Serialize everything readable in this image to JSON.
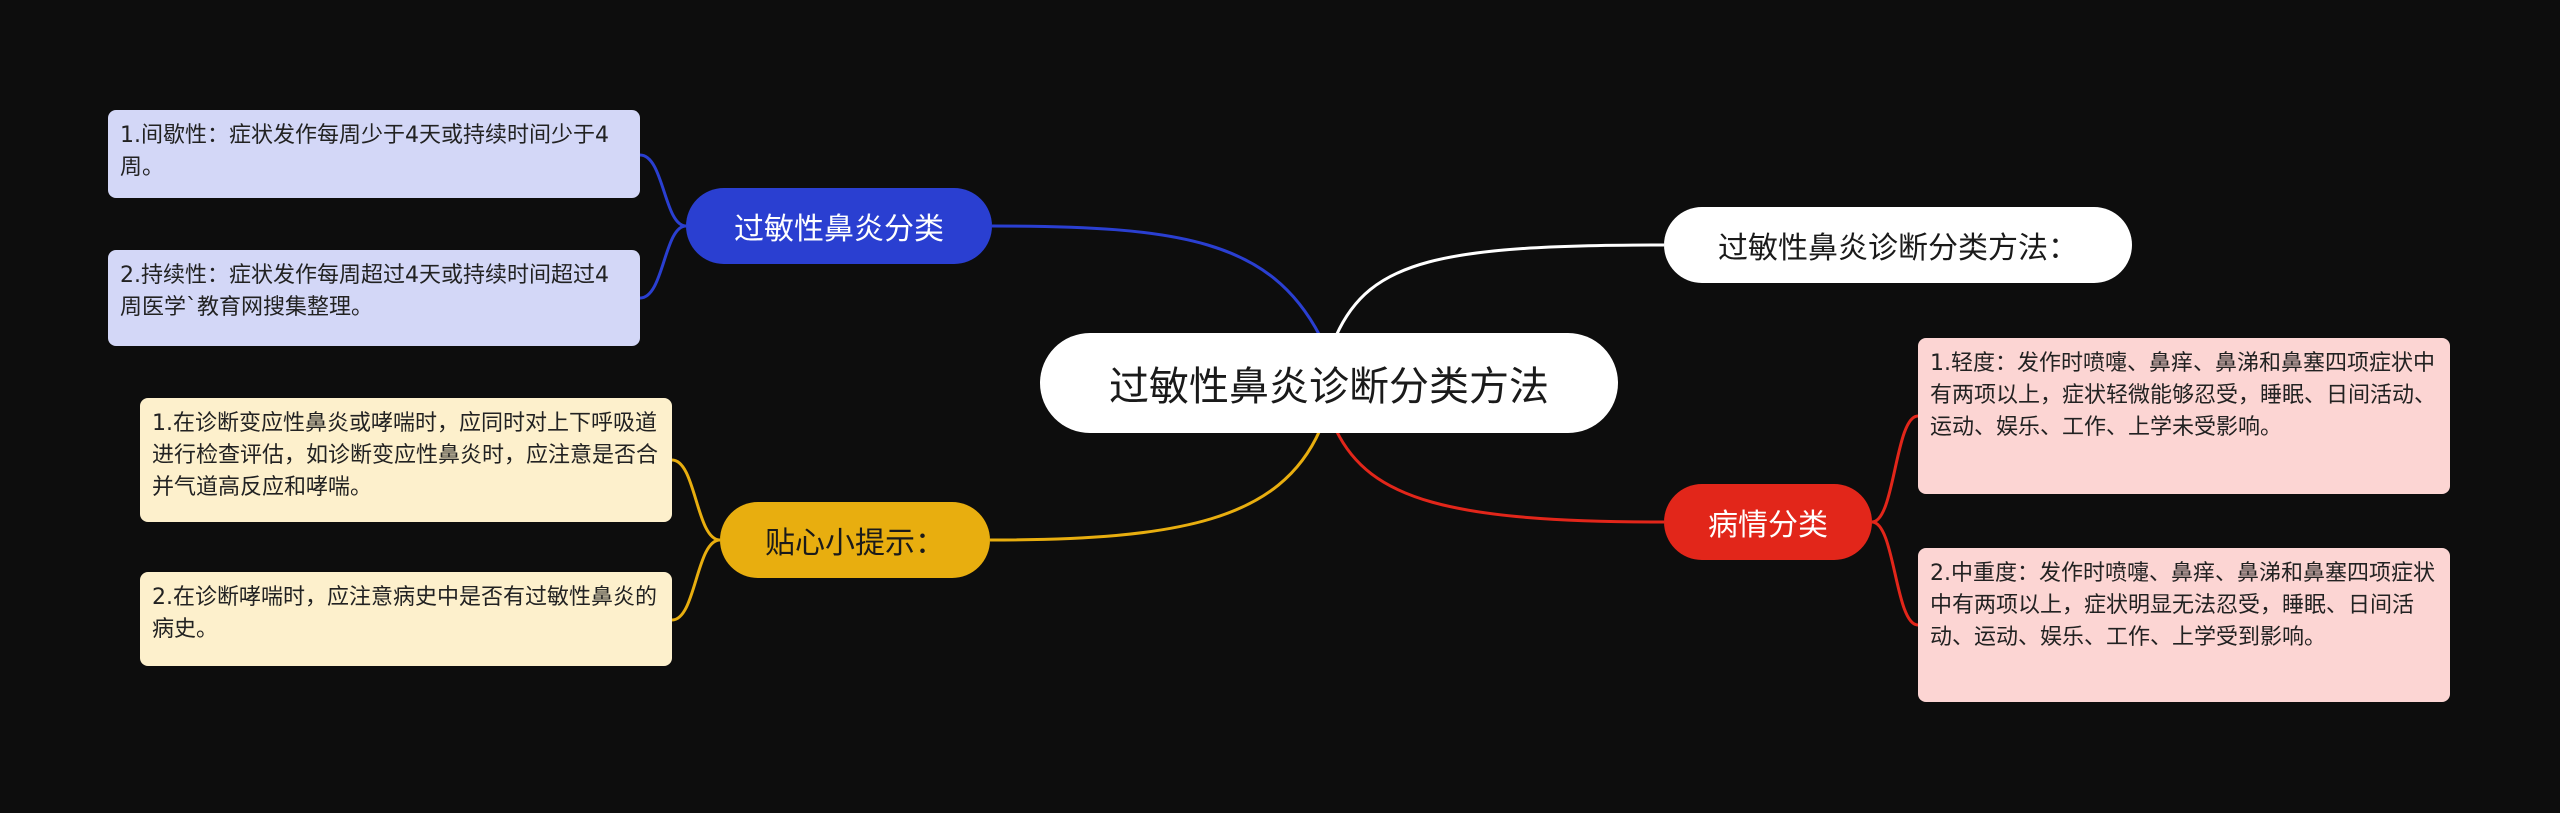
{
  "colors": {
    "background": "#0d0d0d",
    "blue": "#2a3fd1",
    "yellow": "#e8ae0f",
    "white": "#ffffff",
    "red": "#e2261a",
    "blue_leaf": "#d3d7f7",
    "yellow_leaf": "#fdf0cc",
    "red_leaf": "#fcd5d3"
  },
  "root": {
    "label": "过敏性鼻炎诊断分类方法"
  },
  "branches": {
    "classification": {
      "label": "过敏性鼻炎分类",
      "leaves": [
        "1.间歇性：症状发作每周少于4天或持续时间少于4周。",
        "2.持续性：症状发作每周超过4天或持续时间超过4周医学`教育网搜集整理。"
      ]
    },
    "tips": {
      "label": "贴心小提示：",
      "leaves": [
        "1.在诊断变应性鼻炎或哮喘时，应同时对上下呼吸道进行检查评估，如诊断变应性鼻炎时，应注意是否合并气道高反应和哮喘。",
        "2.在诊断哮喘时，应注意病史中是否有过敏性鼻炎的病史。"
      ]
    },
    "method": {
      "label": "过敏性鼻炎诊断分类方法："
    },
    "severity": {
      "label": "病情分类",
      "leaves": [
        "1.轻度：发作时喷嚏、鼻痒、鼻涕和鼻塞四项症状中有两项以上，症状轻微能够忍受，睡眠、日间活动、运动、娱乐、工作、上学未受影响。",
        "2.中重度：发作时喷嚏、鼻痒、鼻涕和鼻塞四项症状中有两项以上，症状明显无法忍受，睡眠、日间活动、运动、娱乐、工作、上学受到影响。"
      ]
    }
  }
}
